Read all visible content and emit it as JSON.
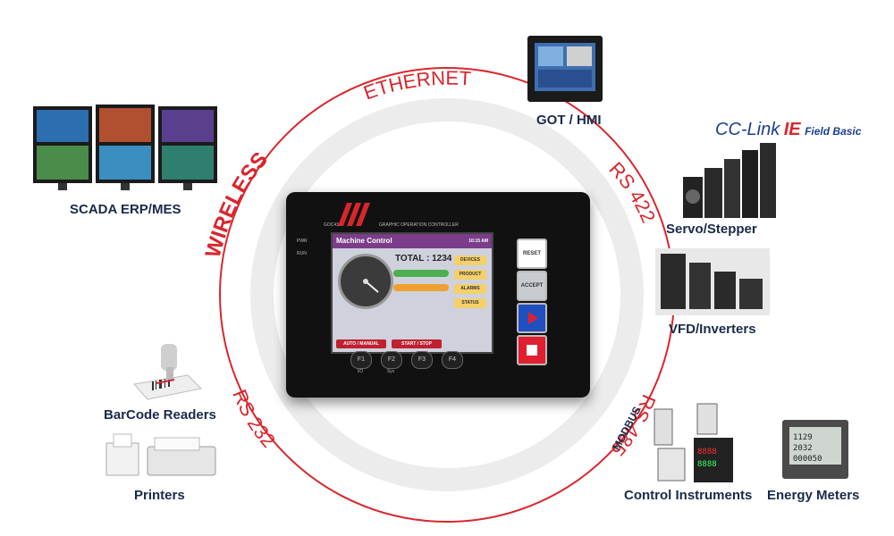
{
  "ring_labels": {
    "ethernet": "ETHERNET",
    "wireless": "WIRELESS",
    "rs422": "RS 422",
    "rs485": "RS 485",
    "modbus": "MODBUS",
    "rs232": "RS 232"
  },
  "device_labels": {
    "got_hmi": "GOT / HMI",
    "scada": "SCADA ERP/MES",
    "servo": "Servo/Stepper",
    "vfd": "VFD/Inverters",
    "barcode": "BarCode Readers",
    "printers": "Printers",
    "control": "Control Instruments",
    "energy": "Energy Meters"
  },
  "cclink": {
    "text": "CC-Link",
    "ie": "IE",
    "field": "Field Basic"
  },
  "controller": {
    "model": "GOC43",
    "subtitle": "GRAPHIC OPERATION CONTROLLER",
    "pwr": "PWR",
    "run": "RUN",
    "screen_title": "Machine Control",
    "screen_time": "10:15 AM",
    "total": "TOTAL : 1234",
    "buttons": [
      "DEVICES",
      "PRODUCT",
      "ALARMS",
      "STATUS"
    ],
    "auto_manual": "AUTO / MANUAL",
    "start_stop": "START / STOP",
    "reset": "RESET",
    "accept": "ACCEPT",
    "fkeys": [
      "F1",
      "F2",
      "F3",
      "F4"
    ],
    "fkey_subs": [
      "I/O",
      "Sys"
    ]
  },
  "colors": {
    "accent_red": "#d9262c",
    "label_navy": "#1a2a4a",
    "ring_grey": "#ececec"
  }
}
